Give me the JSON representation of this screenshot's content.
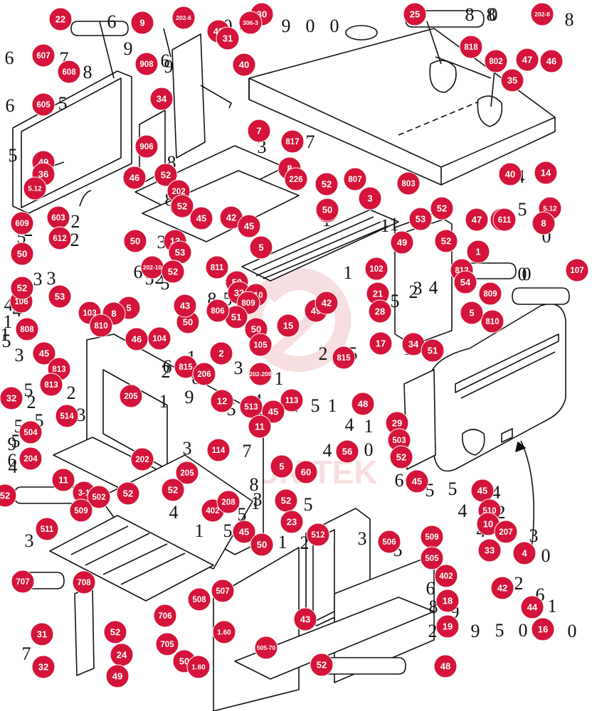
{
  "diagram": {
    "badge_color": "#d4143a",
    "line_color": "#111111",
    "watermark_color": "#f2c4c8",
    "watermark_text": "UNITEK",
    "badges": [
      "22",
      "9",
      "202-6",
      "30",
      "25",
      "202-8",
      "49",
      "306-3",
      "31",
      "40",
      "818",
      "802",
      "47",
      "46",
      "35",
      "607",
      "608",
      "908",
      "605",
      "34",
      "7",
      "817",
      "906",
      "49",
      "36",
      "46",
      "52",
      "202",
      "8",
      "226",
      "52",
      "807",
      "803",
      "40",
      "14",
      "5.12",
      "52",
      "50",
      "3",
      "52",
      "609",
      "603",
      "612",
      "45",
      "42",
      "45",
      "53",
      "5.12",
      "53",
      "47",
      "5",
      "49",
      "13",
      "611",
      "8",
      "52",
      "50",
      "50",
      "53",
      "50",
      "1",
      "202-10",
      "610",
      "811",
      "812",
      "107",
      "106",
      "50",
      "33",
      "102",
      "21",
      "610",
      "53",
      "54",
      "52",
      "52",
      "5",
      "103",
      "8",
      "49",
      "42",
      "28",
      "809",
      "810",
      "808",
      "810",
      "809",
      "50",
      "51",
      "43",
      "806",
      "50",
      "15",
      "46",
      "5",
      "45",
      "105",
      "104",
      "17",
      "34",
      "51",
      "813",
      "815",
      "815",
      "206",
      "2",
      "202-208",
      "813",
      "32",
      "205",
      "12",
      "513",
      "113",
      "45",
      "48",
      "514",
      "504",
      "11",
      "29",
      "503",
      "204",
      "56",
      "52",
      "114",
      "202",
      "60",
      "11",
      "205",
      "45",
      "52",
      "5",
      "3-1",
      "502",
      "52",
      "45",
      "52",
      "402",
      "208",
      "509",
      "52",
      "510",
      "511",
      "509",
      "10",
      "207",
      "45",
      "50",
      "23",
      "512",
      "506",
      "505",
      "33",
      "4",
      "402",
      "707",
      "708",
      "508",
      "507",
      "42",
      "44",
      "18",
      "706",
      "43",
      "1.60",
      "19",
      "16",
      "31",
      "52",
      "705",
      "24",
      "505-70",
      "52",
      "48",
      "32",
      "50",
      "49",
      "1.60"
    ],
    "ghost_labels": [
      "6",
      "0",
      "9",
      "0",
      "8",
      "8",
      "0",
      "8",
      "9",
      "9",
      "4",
      "0",
      "5",
      "6",
      "7",
      "6",
      "8",
      "6",
      "5",
      "8",
      "7",
      "3",
      "3",
      "4",
      "7",
      "8",
      "6",
      "1",
      "1",
      "2",
      "5",
      "0",
      "4",
      "5",
      "6",
      "2",
      "5",
      "8",
      "5",
      "2",
      "1",
      "0",
      "5",
      "2",
      "5",
      "1",
      "0",
      "3",
      "1",
      "5",
      "1",
      "2",
      "1",
      "4",
      "3",
      "3",
      "5",
      "1",
      "4",
      "4",
      "4",
      "1",
      "5",
      "2",
      "3",
      "5",
      "1",
      "2",
      "2",
      "5",
      "5",
      "2",
      "3",
      "5",
      "9",
      "4",
      "6",
      "6",
      "8",
      "9",
      "1",
      "3",
      "1",
      "4",
      "3",
      "5",
      "2",
      "5",
      "1",
      "4",
      "4",
      "1",
      "0",
      "6",
      "5",
      "4",
      "5",
      "4",
      "1",
      "5",
      "3",
      "1",
      "5",
      "0",
      "7",
      "8",
      "5",
      "1",
      "2",
      "3",
      "5",
      "4",
      "2",
      "4",
      "3",
      "0",
      "8",
      "2",
      "6",
      "9",
      "6",
      "8",
      "2",
      "9",
      "5",
      "0",
      "0",
      "1",
      "3",
      "7"
    ]
  }
}
